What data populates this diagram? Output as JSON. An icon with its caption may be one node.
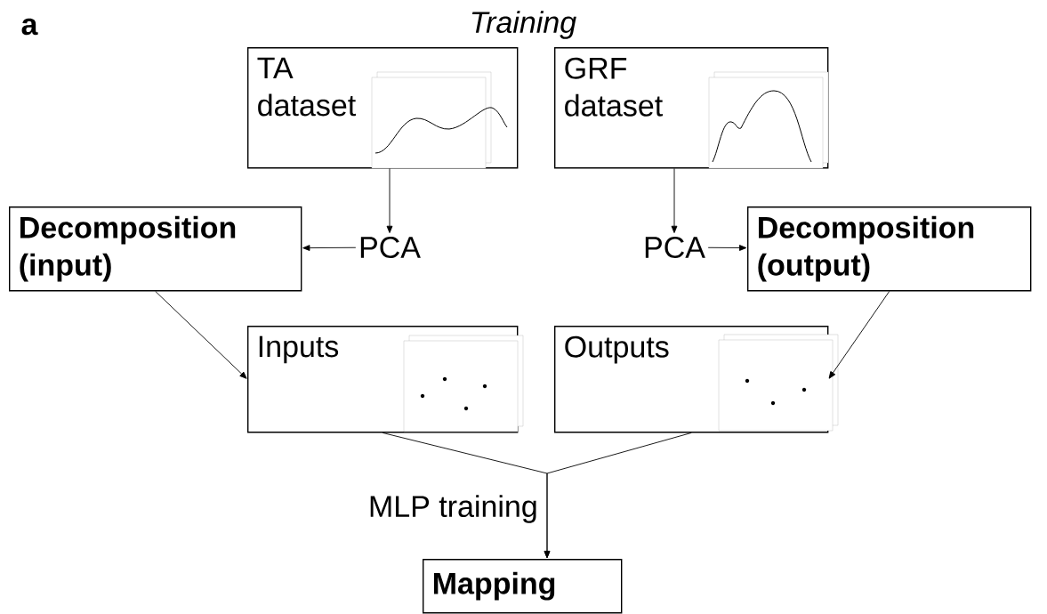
{
  "diagram": {
    "title": "Training",
    "nodes": [
      {
        "text": [
          "TA dataset"
        ]
      },
      {
        "text": [
          "GRF dataset"
        ]
      },
      {
        "text": [
          "PCA"
        ]
      },
      {
        "text": [
          "Decomposition (input)"
        ]
      },
      {
        "text": [
          "PCA"
        ]
      },
      {
        "text": [
          "Decomposition (output)"
        ]
      },
      {
        "text": [
          "Inputs"
        ]
      },
      {
        "text": [
          "Outputs"
        ]
      },
      {
        "text": [
          "Mapping"
        ]
      }
    ],
    "edges": [
      {
        "from": 0,
        "to": 2,
        "arrow": "to"
      },
      {
        "from": 2,
        "to": 3,
        "arrow": "to"
      },
      {
        "from": 1,
        "to": 4,
        "arrow": "to"
      },
      {
        "from": 4,
        "to": 5,
        "arrow": "to"
      },
      {
        "from": 3,
        "to": 6,
        "arrow": "to"
      },
      {
        "from": 5,
        "to": 7,
        "arrow": "to"
      },
      {
        "from": 6,
        "to": 8,
        "arrow": "to",
        "label": "MLP training"
      },
      {
        "from": 7,
        "to": 8,
        "arrow": "to"
      }
    ],
    "labels": [
      "a"
    ]
  }
}
